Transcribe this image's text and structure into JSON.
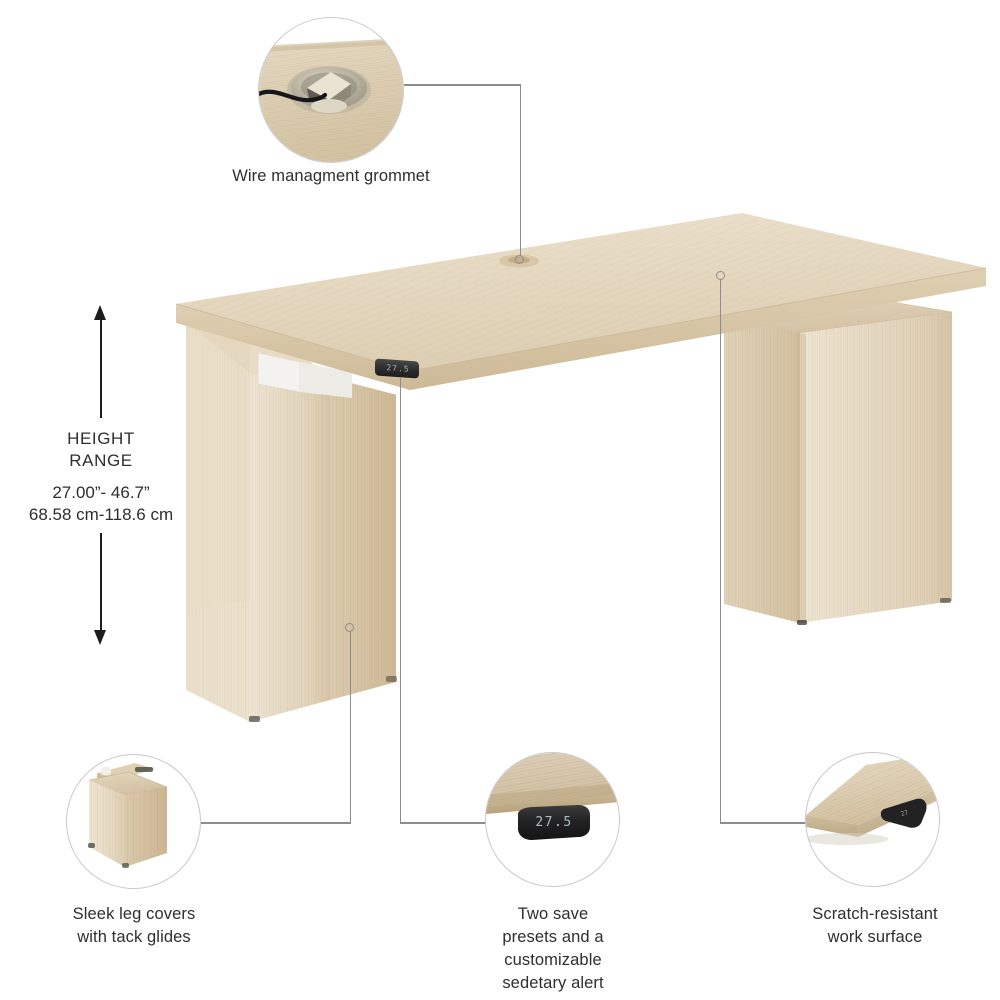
{
  "infographic": {
    "background_color": "#ffffff",
    "leader_color": "#8d8d8d",
    "text_color": "#2e2e2e"
  },
  "height_spec": {
    "title": "HEIGHT\nRANGE",
    "inches": "27.00”-  46.7”",
    "centimeters": "68.58 cm-118.6 cm"
  },
  "callouts": {
    "grommet": {
      "label": "Wire managment grommet",
      "bubble_name": "grommet-detail-bubble"
    },
    "leg_covers": {
      "label": "Sleek leg covers\nwith tack glides",
      "bubble_name": "leg-cover-detail-bubble"
    },
    "presets": {
      "label": "Two save\npresets and a\ncustomizable\nsedetary alert",
      "bubble_name": "control-panel-detail-bubble"
    },
    "work_surface": {
      "label": "Scratch-resistant\nwork surface",
      "bubble_name": "work-surface-detail-bubble"
    }
  },
  "control_panel": {
    "display_value": "27.5",
    "display_color": "#b9c6c9"
  },
  "product": {
    "name": "height-adjustable-desk",
    "finish_color": "#e4d6bd"
  }
}
